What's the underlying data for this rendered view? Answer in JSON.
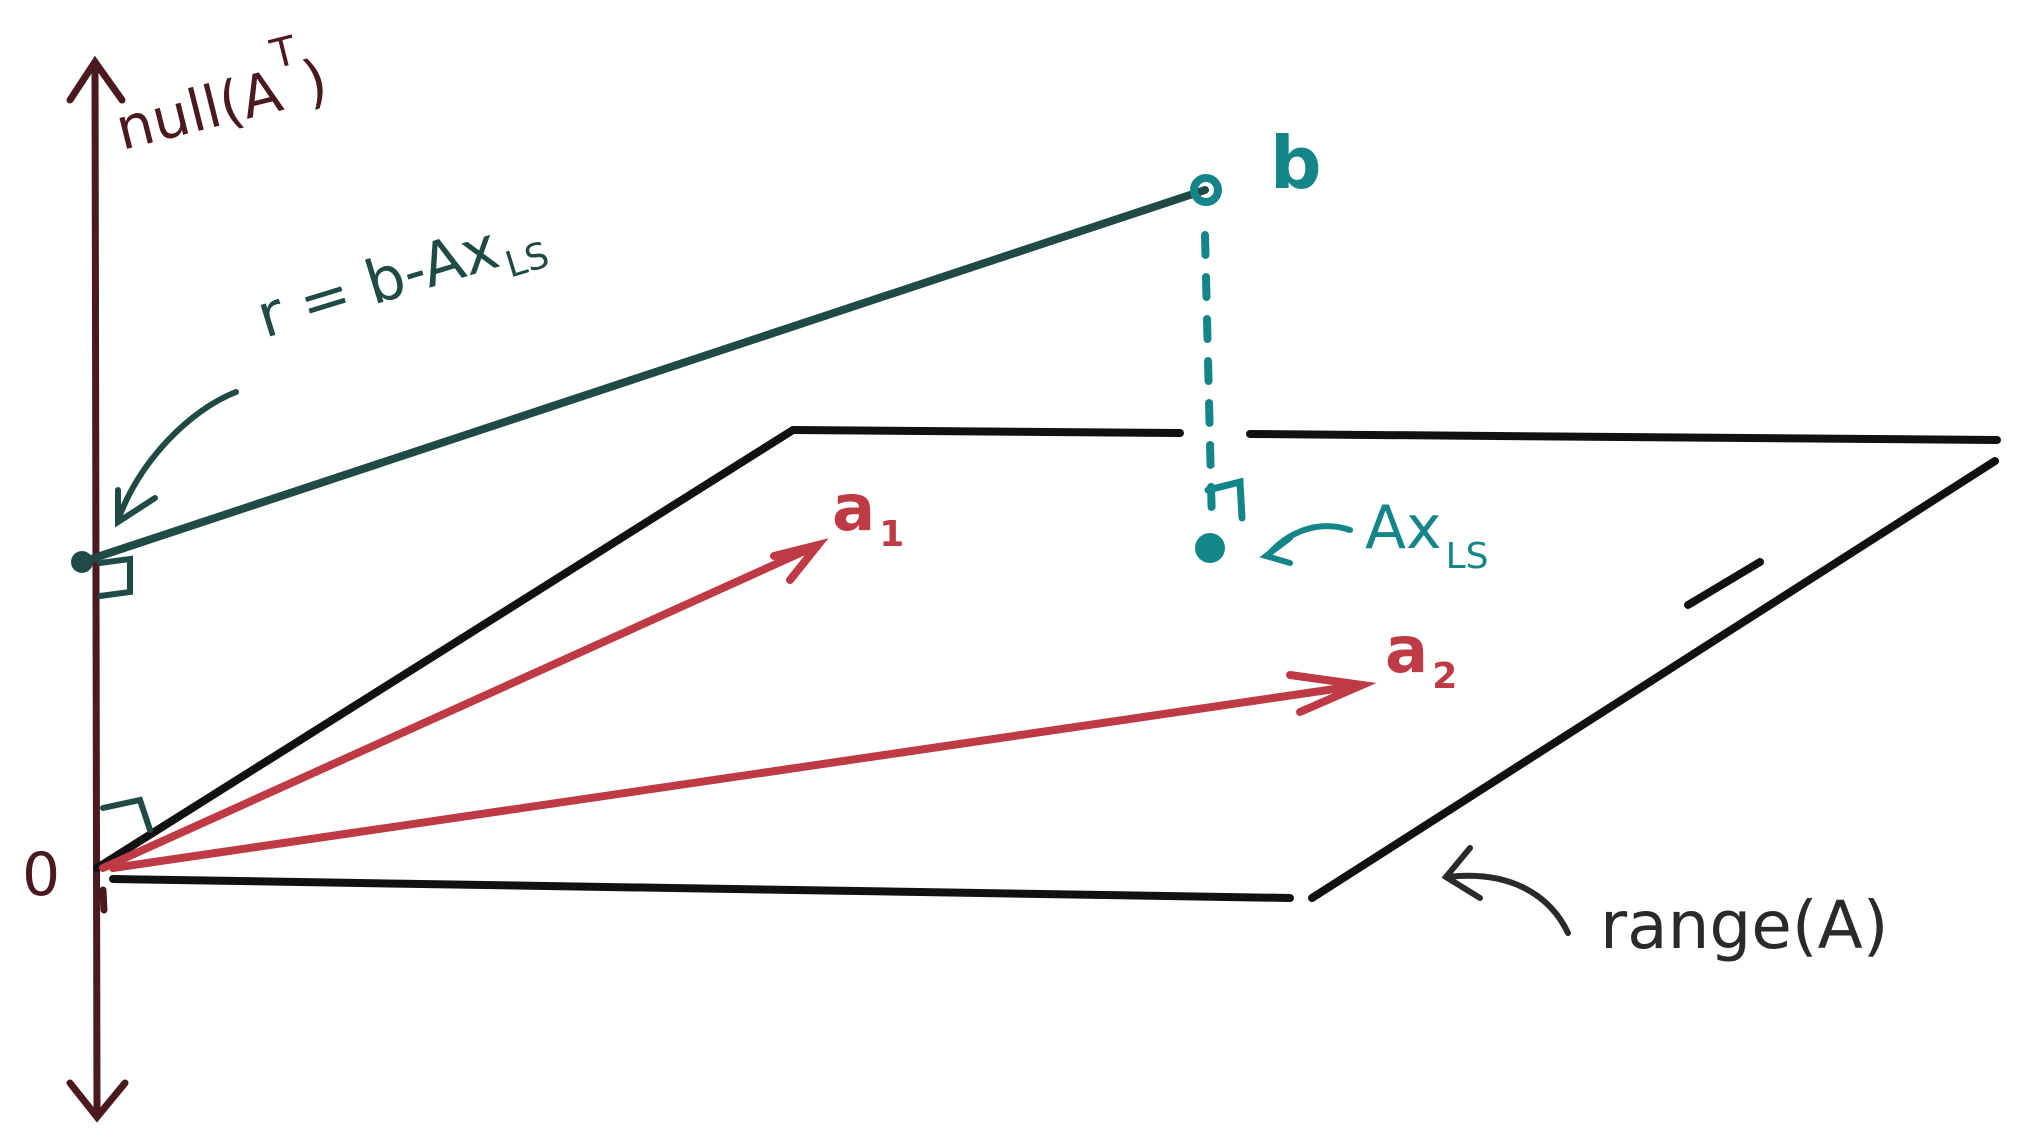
{
  "diagram": {
    "axis_label": "null(A",
    "axis_label_sup": "T",
    "axis_label_close": ")",
    "origin_label": "0",
    "residual_label": "r = b-Ax",
    "residual_label_sub": "LS",
    "b_label": "b",
    "projection_label": "Ax",
    "projection_label_sub": "LS",
    "a1_label": "a",
    "a1_sub": "1",
    "a2_label": "a",
    "a2_sub": "2",
    "plane_label": "range(A)"
  },
  "colors": {
    "axis": "#4a1a1e",
    "plane": "#111111",
    "residual": "#1f4a46",
    "projection": "#14868a",
    "vectors": "#be3b45",
    "plane_label": "#2a2a2a"
  }
}
